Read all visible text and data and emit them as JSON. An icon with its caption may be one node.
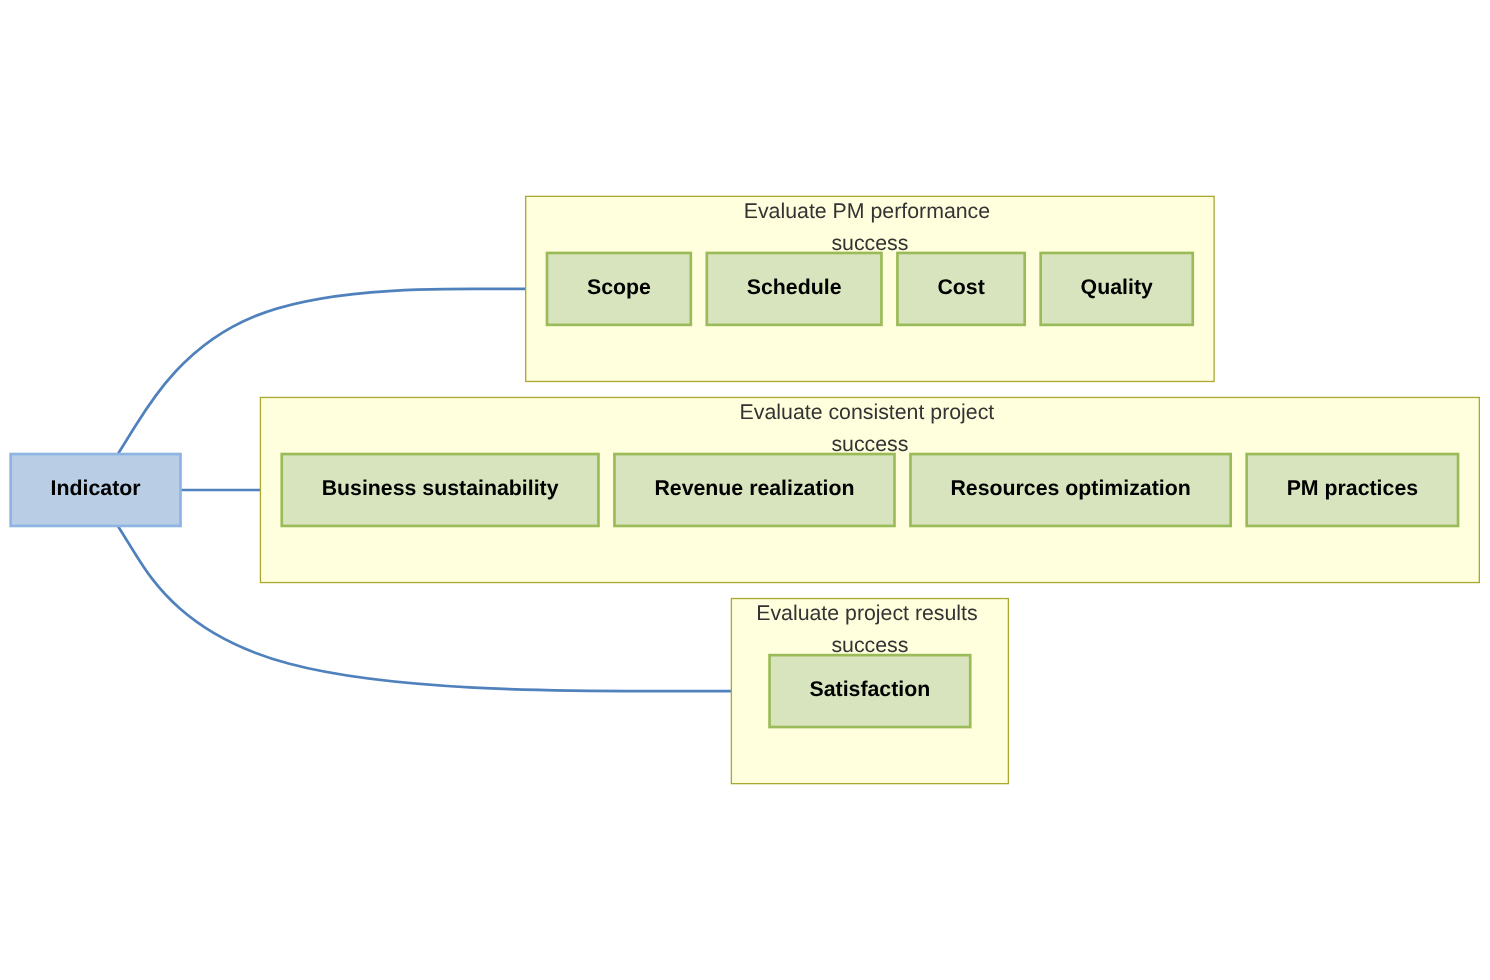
{
  "diagram": {
    "nodes": [
      {
        "text": [
          "Indicator"
        ]
      },
      {
        "text": [
          "Evaluate PM performance success"
        ]
      },
      {
        "text": [
          "Scope"
        ],
        "in": 1
      },
      {
        "text": [
          "Schedule"
        ],
        "in": 1
      },
      {
        "text": [
          "Cost"
        ],
        "in": 1
      },
      {
        "text": [
          "Quality"
        ],
        "in": 1
      },
      {
        "text": [
          "Evaluate consistent project success"
        ]
      },
      {
        "text": [
          "Business sustainability"
        ],
        "in": 6
      },
      {
        "text": [
          "Revenue realization"
        ],
        "in": 6
      },
      {
        "text": [
          "Resources optimization"
        ],
        "in": 6
      },
      {
        "text": [
          "PM practices"
        ],
        "in": 6
      },
      {
        "text": [
          "Evaluate project results success"
        ]
      },
      {
        "text": [
          "Satisfaction"
        ],
        "in": 11
      }
    ],
    "edges": [
      {
        "from": 0,
        "to": 1,
        "arrow": "none"
      },
      {
        "from": 0,
        "to": 6,
        "arrow": "none"
      },
      {
        "from": 0,
        "to": 11,
        "arrow": "none"
      }
    ]
  }
}
